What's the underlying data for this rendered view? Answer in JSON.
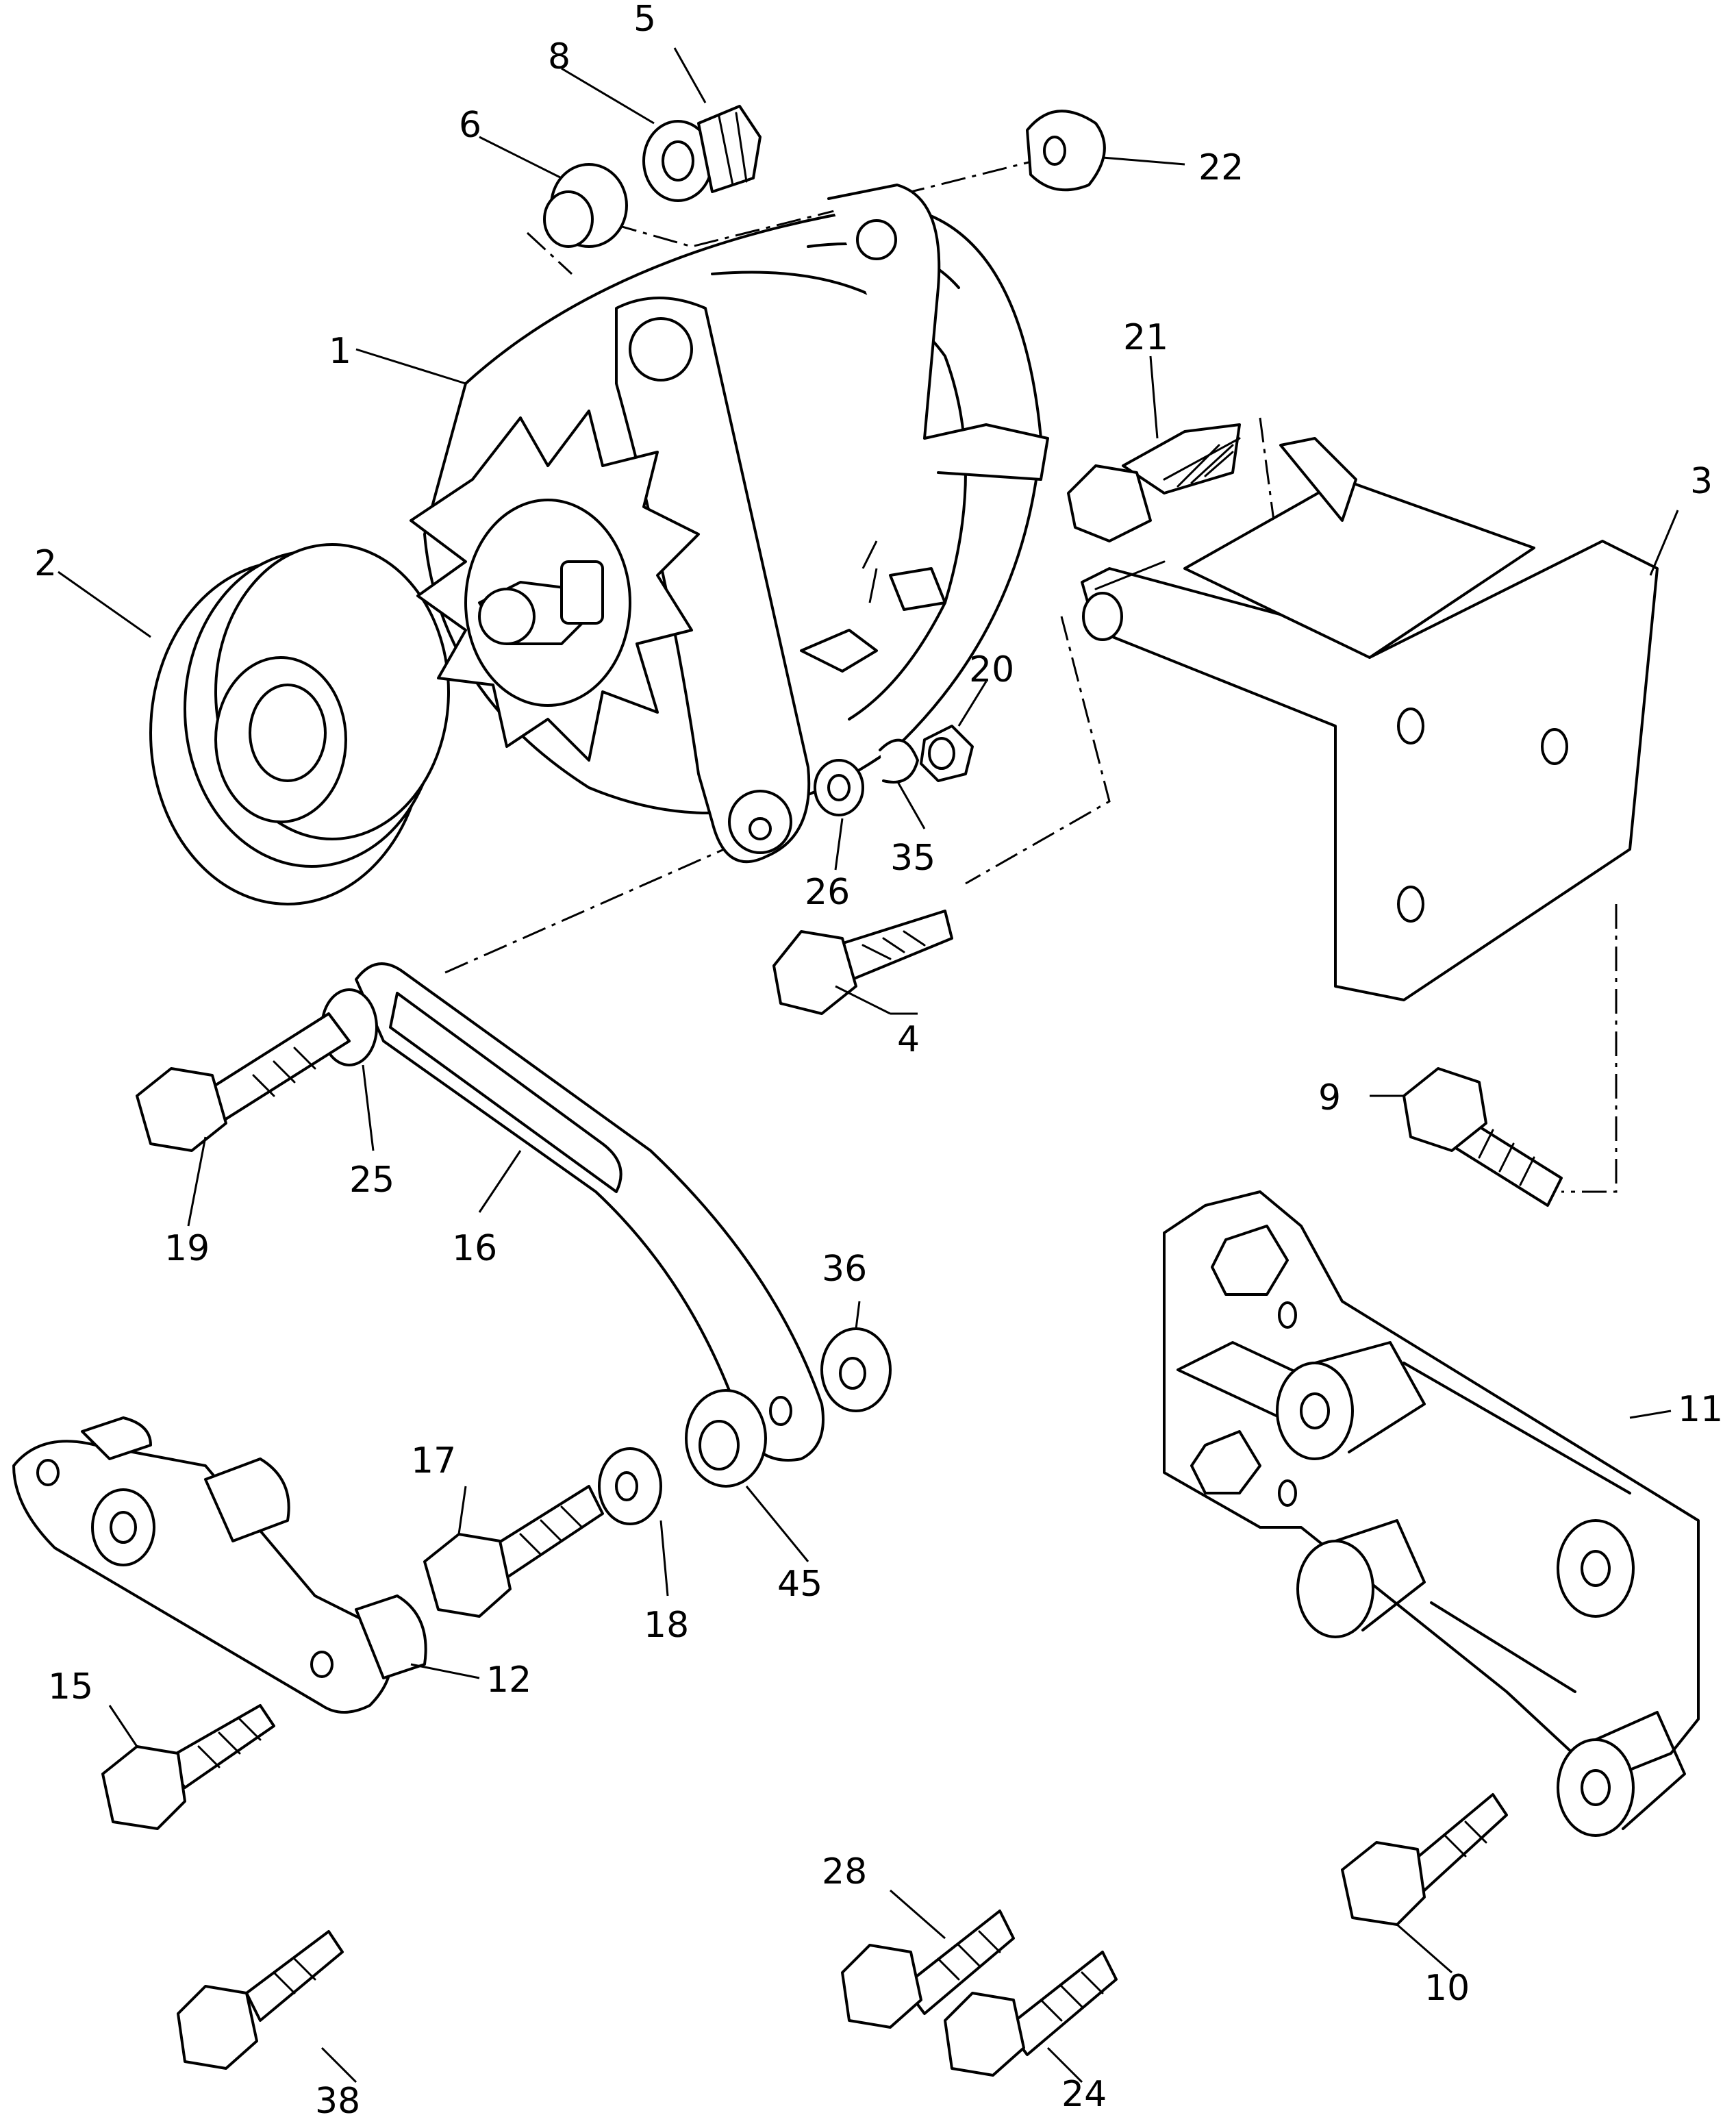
{
  "callouts": {
    "c1": "1",
    "c2": "2",
    "c3": "3",
    "c4": "4",
    "c5": "5",
    "c6": "6",
    "c8": "8",
    "c9": "9",
    "c10": "10",
    "c11": "11",
    "c12": "12",
    "c15": "15",
    "c16": "16",
    "c17": "17",
    "c18": "18",
    "c19": "19",
    "c20": "20",
    "c21": "21",
    "c22": "22",
    "c24": "24",
    "c25": "25",
    "c26": "26",
    "c28": "28",
    "c35": "35",
    "c36": "36",
    "c38": "38",
    "c45": "45"
  }
}
